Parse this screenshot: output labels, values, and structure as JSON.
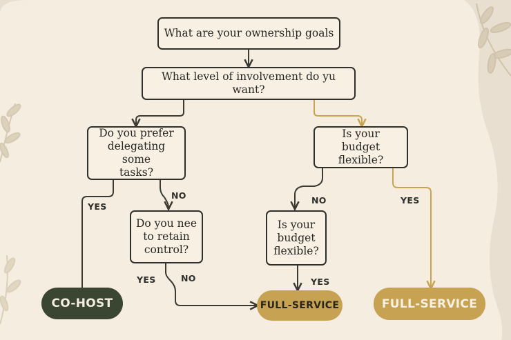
{
  "colors": {
    "page_bg": "#e9dfd0",
    "panel_bg": "#f5eddf",
    "dark_line": "#3a3a33",
    "gold_line": "#c9a550",
    "leaf": "#cbbfa7",
    "co_host": "#3b4632",
    "full_service": "#c7a253"
  },
  "nodes": {
    "goals": "What are your ownership goals",
    "involvement": "What level of involvement do yu want?",
    "delegating": "Do you prefer\ndelegating some\ntasks?",
    "budget_top": "Is your\nbudget flexible?",
    "retain": "Do you nee\nto retain\ncontrol?",
    "budget_mid": "Is your\nbudget\nflexible?"
  },
  "labels": {
    "yes_left": "YES",
    "no_delegating": "NO",
    "no_budget": "NO",
    "yes_budget": "YES",
    "yes_retain": "YES",
    "no_retain": "NO",
    "yes_budget_mid": "YES"
  },
  "outcomes": {
    "co_host": "CO-HOST",
    "full_service_mid": "FULL-SERVICE",
    "full_service_right": "FULL-SERVICE"
  }
}
